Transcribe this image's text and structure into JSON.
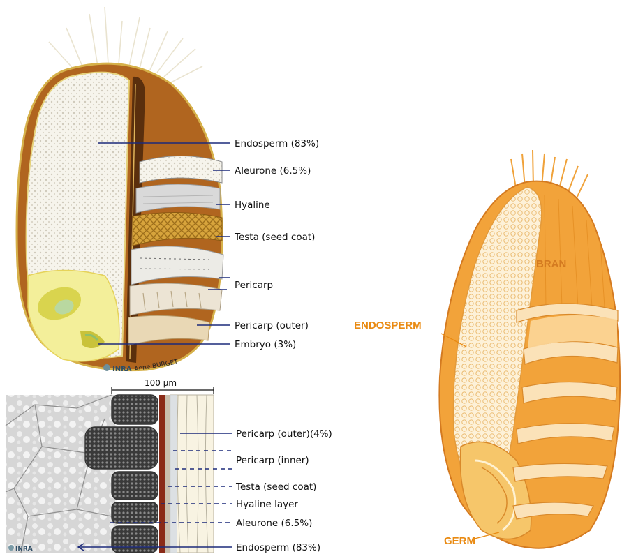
{
  "top_diagram": {
    "labels": [
      "Endosperm (83%)",
      "Aleurone (6.5%)",
      "Hyaline",
      "Testa (seed coat)",
      "Pericarp",
      "Pericarp (outer)",
      "Embryo (3%)"
    ],
    "credit_logo": "INRA",
    "credit_author": "Anne BURGET"
  },
  "micro_diagram": {
    "scale_bar": "100 µm",
    "labels": [
      "Pericarp (outer)(4%)",
      "Pericarp (inner)",
      "Testa (seed coat)",
      "Hyaline layer",
      "Aleurone (6.5%)",
      "Endosperm (83%)"
    ],
    "logo": "INRA"
  },
  "right_diagram": {
    "labels": [
      "BRAN",
      "ENDOSPERM",
      "GERM"
    ]
  },
  "colors": {
    "leader_line": "#1c2a7a",
    "orange_label": "#e98a12",
    "bran_fill": "#f2a33a",
    "endosperm_fill": "#fbe2b8"
  }
}
